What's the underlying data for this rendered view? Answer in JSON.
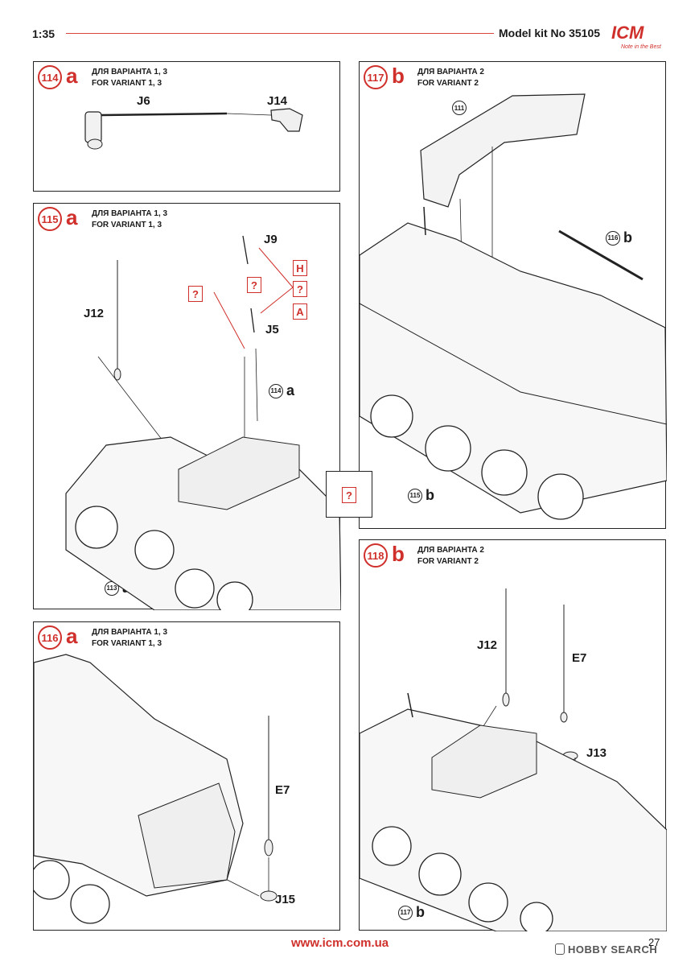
{
  "header": {
    "scale": "1:35",
    "model_kit": "Model kit No 35105",
    "logo": "ICM",
    "logo_tagline": "Note in the Best"
  },
  "steps": [
    {
      "num": "114",
      "letter": "a",
      "variant_ua": "ДЛЯ ВАРІАНТА 1, 3",
      "variant_en": "FOR VARIANT 1, 3",
      "parts": [
        "J6",
        "J14"
      ]
    },
    {
      "num": "117",
      "letter": "b",
      "variant_ua": "ДЛЯ ВАРІАНТА 2",
      "variant_en": "FOR VARIANT 2",
      "refs": [
        {
          "num": "111",
          "letter": ""
        },
        {
          "num": "116",
          "letter": "b"
        },
        {
          "num": "115",
          "letter": "b"
        }
      ]
    },
    {
      "num": "115",
      "letter": "a",
      "variant_ua": "ДЛЯ ВАРІАНТА 1, 3",
      "variant_en": "FOR VARIANT 1, 3",
      "parts": [
        "J9",
        "J12",
        "J5"
      ],
      "color_codes": [
        "H",
        "?",
        "A"
      ],
      "unknown_code": "?",
      "refs": [
        {
          "num": "114",
          "letter": "a"
        },
        {
          "num": "113",
          "letter": "a"
        }
      ]
    },
    {
      "num": "118",
      "letter": "b",
      "variant_ua": "ДЛЯ ВАРІАНТА 2",
      "variant_en": "FOR VARIANT 2",
      "parts": [
        "J12",
        "E7",
        "J13"
      ],
      "refs": [
        {
          "num": "117",
          "letter": "b"
        }
      ]
    },
    {
      "num": "116",
      "letter": "a",
      "variant_ua": "ДЛЯ ВАРІАНТА 1, 3",
      "variant_en": "FOR VARIANT 1, 3",
      "parts": [
        "E7",
        "J15"
      ]
    }
  ],
  "center_code": "?",
  "footer": {
    "website": "www.icm.com.ua",
    "page_number": "27",
    "watermark": "HOBBY SEARCH"
  }
}
